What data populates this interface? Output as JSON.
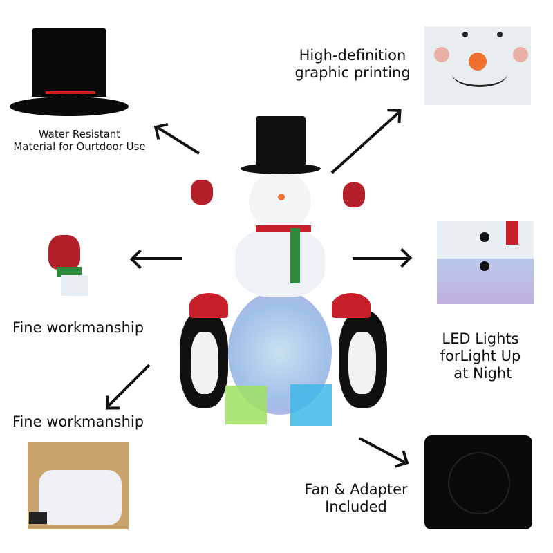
{
  "features": {
    "hat": "Water Resistant\nMaterial for Ourtdoor Use",
    "printing": "High-definition\ngraphic printing",
    "mitten": "Fine workmanship",
    "led": "LED Lights\nforLight Up\n at Night",
    "box": "Fine workmanship",
    "fan": "Fan & Adapter\nIncluded"
  },
  "colors": {
    "red": "#c8202a",
    "green": "#2e8b3e",
    "black": "#111111"
  }
}
